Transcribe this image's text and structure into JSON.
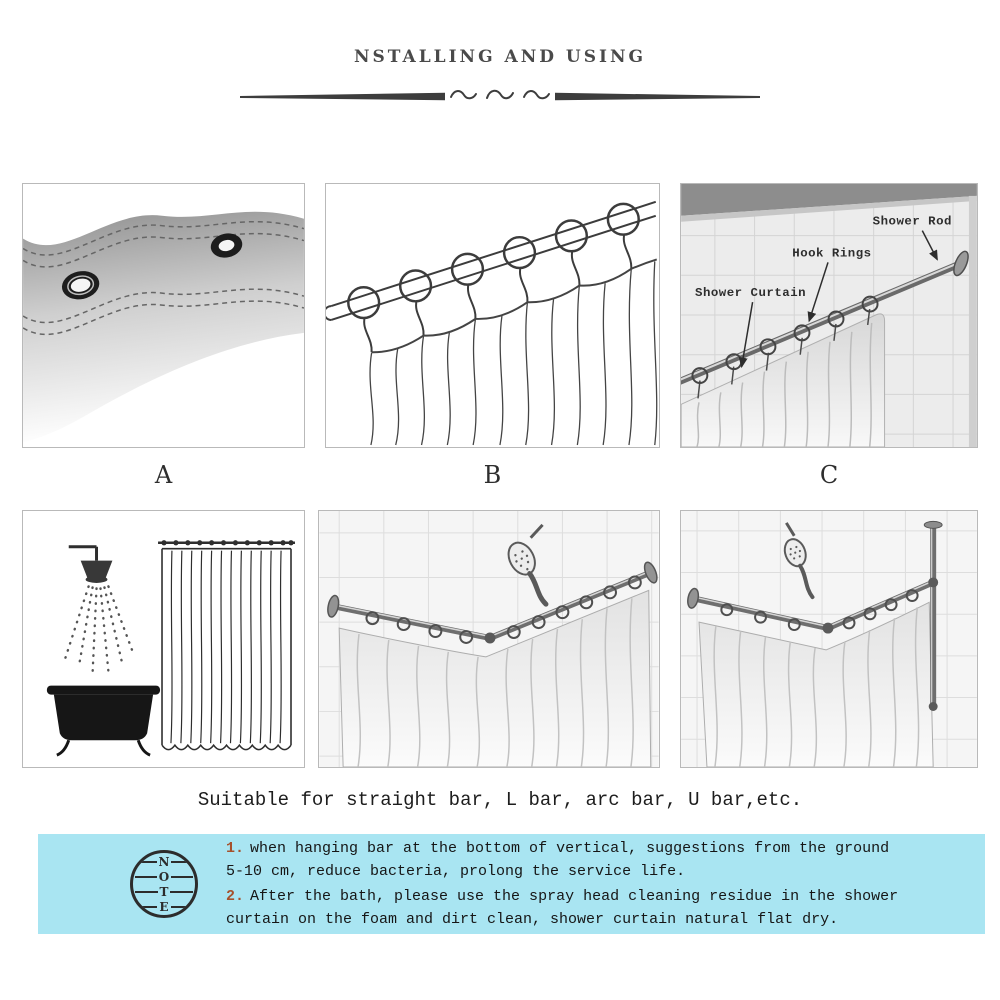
{
  "header": {
    "title": "NSTALLING AND USING"
  },
  "panel_labels": {
    "a": "A",
    "b": "B",
    "c": "C"
  },
  "panel_c": {
    "shower_rod_label": "Shower Rod",
    "hook_rings_label": "Hook Rings",
    "shower_curtain_label": "Shower Curtain"
  },
  "caption": {
    "suitable_text": "Suitable for straight bar, L bar, arc bar, U bar,etc."
  },
  "note": {
    "stamp_letters": [
      "N",
      "O",
      "T",
      "E"
    ],
    "items": [
      {
        "num": "1.",
        "text": "when hanging bar at the bottom of vertical, suggestions from the ground 5-10 cm, reduce bacteria, prolong the service life."
      },
      {
        "num": "2.",
        "text": "After the bath, please use the spray head cleaning residue in the shower curtain on the foam and dirt clean, shower curtain natural flat dry."
      }
    ]
  },
  "colors": {
    "note_bg": "#a9e5f2",
    "note_number": "#a5512c",
    "body_text": "#161616"
  }
}
